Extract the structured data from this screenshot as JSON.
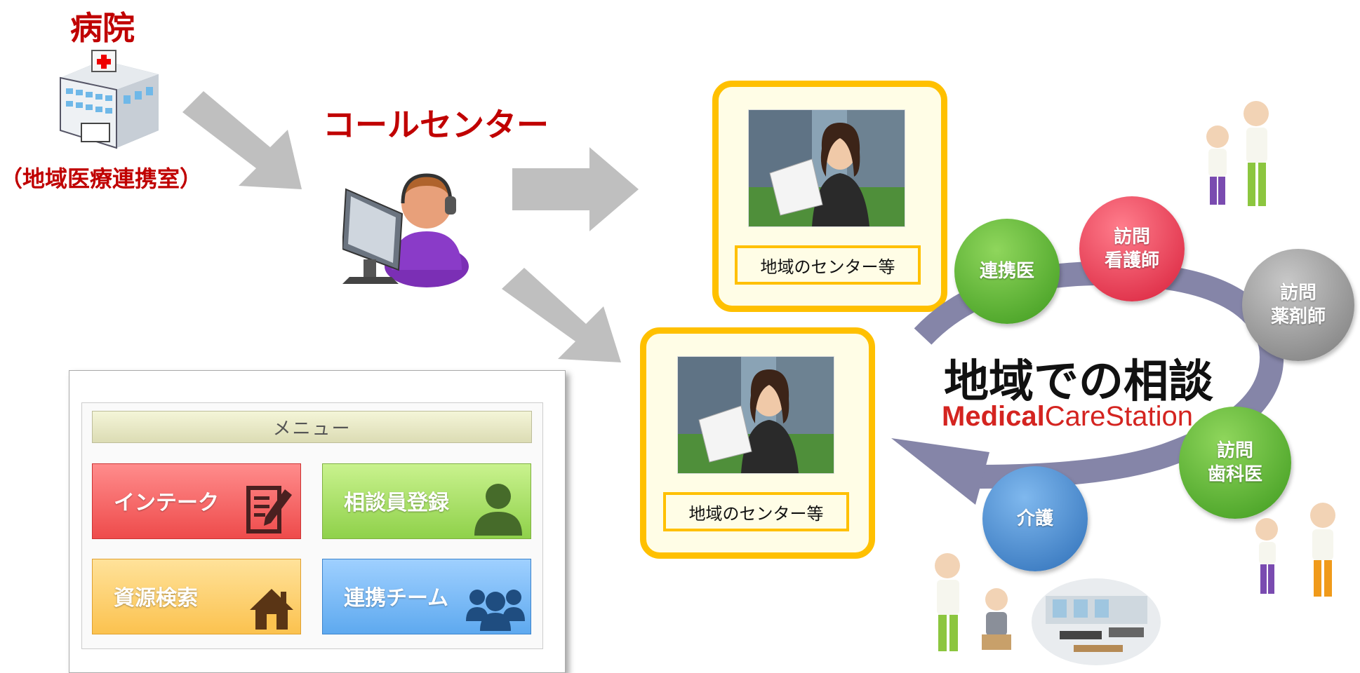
{
  "hospital": {
    "title": "病院",
    "subtitle": "（地域医療連携室）"
  },
  "call_center": {
    "title": "コールセンター"
  },
  "centers": [
    {
      "label": "地域のセンター等"
    },
    {
      "label": "地域のセンター等"
    }
  ],
  "cycle": {
    "title": "地域での相談",
    "brand_bold": "Medical",
    "brand_light": "CareStation",
    "nodes": [
      {
        "label": "連携医",
        "color": "#4fae2a"
      },
      {
        "label": "訪問\n看護師",
        "color": "#e8344c"
      },
      {
        "label": "訪問\n薬剤師",
        "color": "#8c8c8c"
      },
      {
        "label": "訪問\n歯科医",
        "color": "#4fae2a"
      },
      {
        "label": "介護",
        "color": "#3b7fc4"
      }
    ]
  },
  "menu": {
    "header": "メニュー",
    "buttons": [
      {
        "label": "インテーク",
        "icon": "document-edit-icon"
      },
      {
        "label": "相談員登録",
        "icon": "person-icon"
      },
      {
        "label": "資源検索",
        "icon": "home-icon"
      },
      {
        "label": "連携チーム",
        "icon": "group-icon"
      }
    ]
  },
  "colors": {
    "accent_red": "#c00000",
    "frame_yellow": "#ffc000",
    "arrow_gray": "#bfbfbf",
    "cycle_purple": "#8585a8"
  }
}
